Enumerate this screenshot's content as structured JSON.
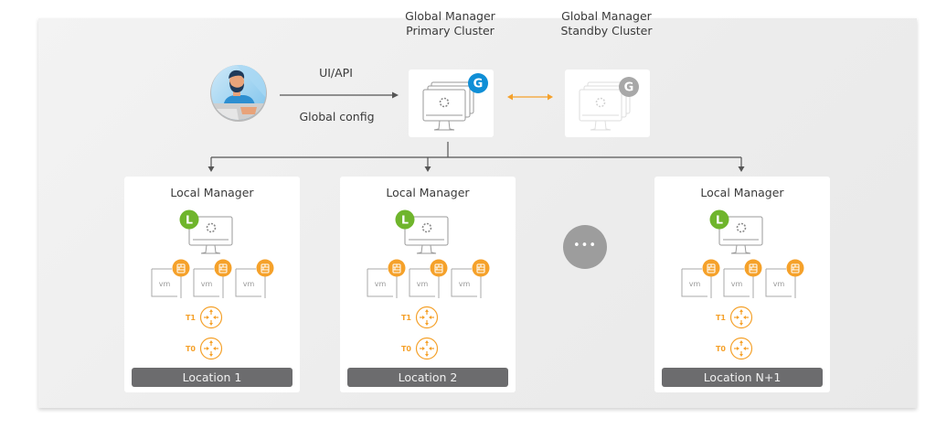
{
  "user": {
    "icon": "person-at-laptop-icon"
  },
  "connection": {
    "top_label": "UI/API",
    "bottom_label": "Global config"
  },
  "global_manager_primary": {
    "title_line1": "Global Manager",
    "title_line2": "Primary Cluster",
    "badge": "G",
    "badge_color": "#0f8ed6"
  },
  "global_manager_standby": {
    "title_line1": "Global Manager",
    "title_line2": "Standby Cluster",
    "badge": "G",
    "badge_color": "#a8a8a8"
  },
  "sync_arrow_color": "#f5a12a",
  "ellipsis_label": "•••",
  "locations": [
    {
      "title": "Local Manager",
      "badge": "L",
      "vms": [
        "vm",
        "vm",
        "vm"
      ],
      "tiers": [
        "T1",
        "T0"
      ],
      "name": "Location 1"
    },
    {
      "title": "Local Manager",
      "badge": "L",
      "vms": [
        "vm",
        "vm",
        "vm"
      ],
      "tiers": [
        "T1",
        "T0"
      ],
      "name": "Location 2"
    },
    {
      "title": "Local Manager",
      "badge": "L",
      "vms": [
        "vm",
        "vm",
        "vm"
      ],
      "tiers": [
        "T1",
        "T0"
      ],
      "name": "Location N+1"
    }
  ],
  "colors": {
    "local_badge": "#6fb52c",
    "vm_badge": "#f5a12a",
    "router": "#f5a12a",
    "location_bar": "#6c6c6e"
  }
}
